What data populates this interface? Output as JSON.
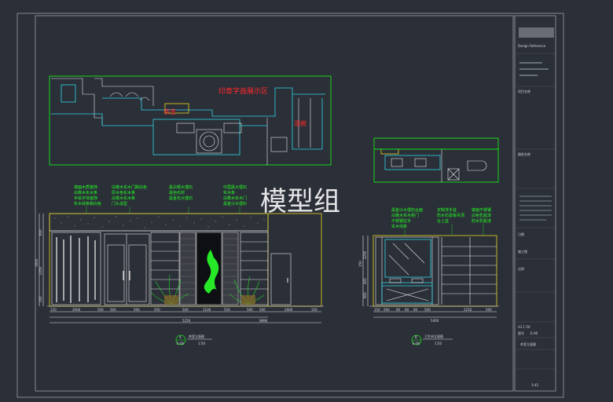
{
  "plan": {
    "label_display_area": "印章字画展示区",
    "label_tea": "茶室",
    "label_wine": "酒窖"
  },
  "watermark": {
    "text": "模型组"
  },
  "elevation_left": {
    "notes": [
      "墙面木质装饰",
      "白橡木实木条",
      "手绘字体装饰",
      "实木线条刷白色",
      "白橡木实木门刷白色",
      "原木色实木条",
      "白橡木实木条",
      "门头造型",
      "黑白根大理石",
      "黑色石材",
      "黑金花大理石",
      "中国黑大理石",
      "实木条",
      "白橡木实木门",
      "黑金沙大理石"
    ],
    "dims_bottom": [
      "150",
      "2000",
      "500",
      "500",
      "500",
      "550",
      "1100",
      "500",
      "550",
      "500",
      "500",
      "2000",
      "150"
    ],
    "total_a": "5256",
    "total_b": "9896",
    "dims_left": [
      "600",
      "2250",
      "1600",
      "100"
    ],
    "caption_title": "茶室立面图",
    "caption_scale": "1:50",
    "caption_num": "A",
    "caption_sheet": "E-06"
  },
  "elevation_right": {
    "notes": [
      "黑金沙大理石台面",
      "白橡木实木柜门",
      "不锈钢拉手",
      "实木线条",
      "定制洗手盆",
      "防水石膏板吊顶",
      "台上盆",
      "镜面不锈钢",
      "白色乳胶漆",
      "防水乳胶漆"
    ],
    "dims_bottom": [
      "150",
      "500",
      "60",
      "60",
      "60",
      "500",
      "2250",
      "500"
    ],
    "total": "5400",
    "dims_left": [
      "2250",
      "400",
      "900",
      "150"
    ],
    "caption_title": "卫生间立面图",
    "caption_scale": "1:50",
    "caption_num": "B",
    "caption_sheet": "E-06"
  },
  "title_block": {
    "company_name": "Design Reference",
    "project_label": "项目名称",
    "drawing_label": "图纸名称",
    "date_label": "日期",
    "scale_label": "比例",
    "scale_value": "A3 1:50",
    "sheet_label": "图号",
    "sheet_value": "E-06",
    "stage_label": "施工图",
    "drawing_name": "茶室立面图",
    "page_no": "3-45"
  }
}
